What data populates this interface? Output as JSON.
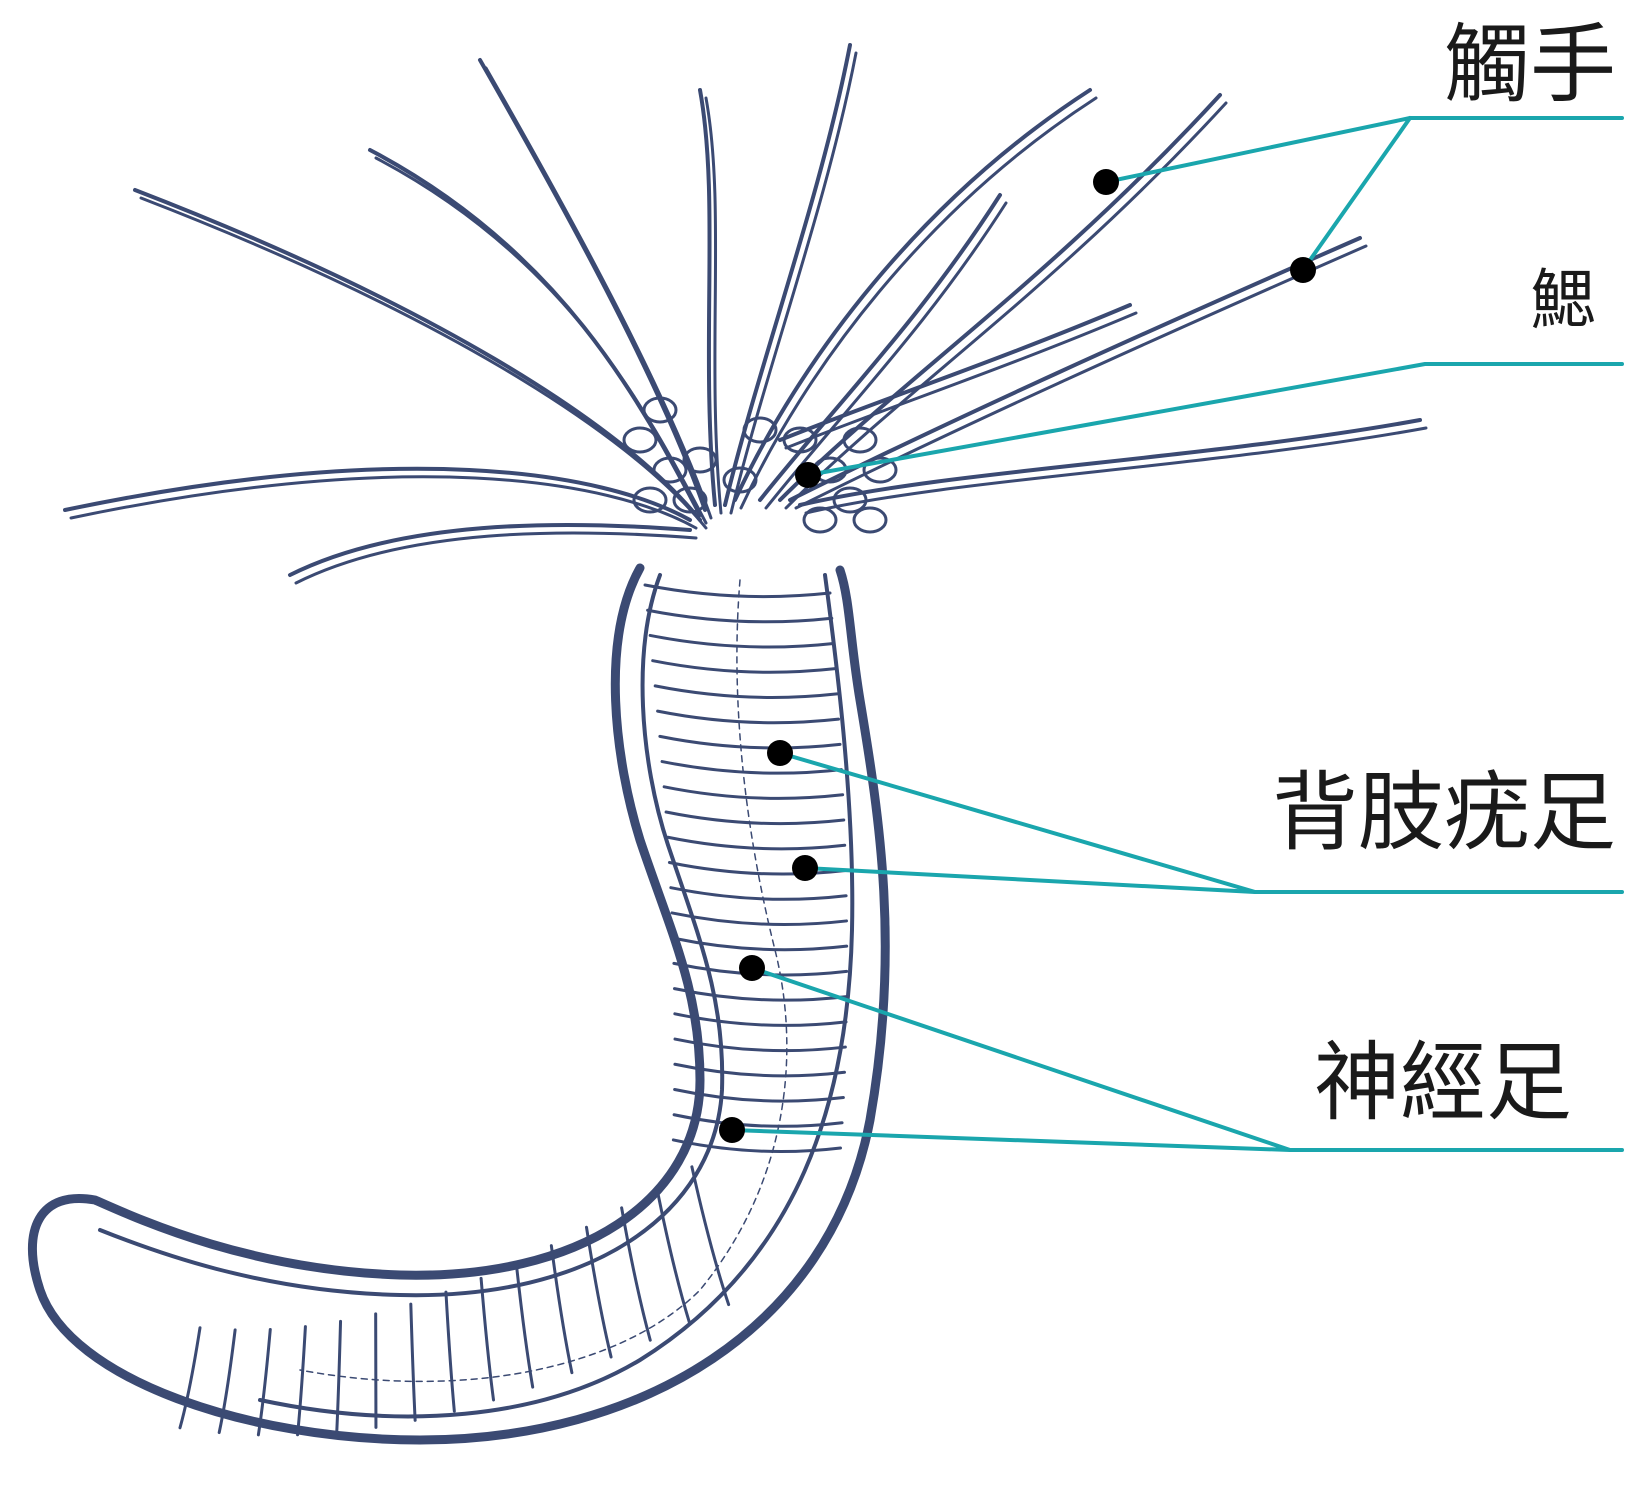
{
  "colors": {
    "leader": "#1aa6ad",
    "ink": "#3b4a73"
  },
  "labels": [
    {
      "id": "tentacles",
      "text": "觸手"
    },
    {
      "id": "gills",
      "text": "鰓"
    },
    {
      "id": "dorsal-parapodia",
      "text": "背肢疣足"
    },
    {
      "id": "ventral-parapodia",
      "text": "神經足"
    }
  ]
}
